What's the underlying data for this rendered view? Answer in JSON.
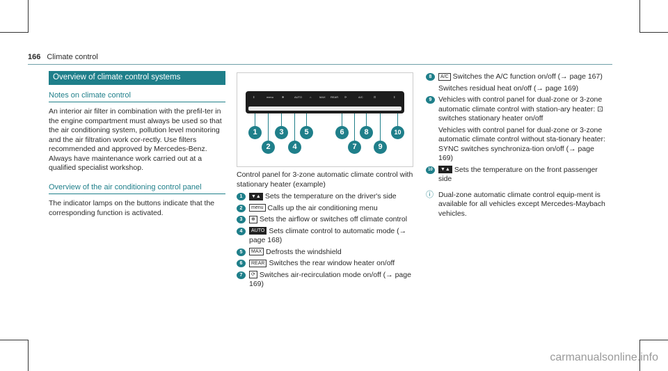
{
  "header": {
    "page_number": "166",
    "section": "Climate control"
  },
  "col1": {
    "banner": "Overview of climate control systems",
    "notes_heading": "Notes on climate control",
    "notes_text": "An interior air filter in combination with the prefil-ter in the engine compartment must always be used so that the air conditioning system, pollution level monitoring and the air filtration work cor-rectly. Use filters recommended and approved by Mercedes-Benz. Always have maintenance work carried out at a qualified specialist workshop.",
    "overview_heading": "Overview of the air conditioning control panel",
    "overview_text": "The indicator lamps on the buttons indicate that the corresponding function is activated."
  },
  "figure": {
    "button_labels": [
      "⇕",
      "menu",
      "✻",
      "AUTO",
      "⌂",
      "MAX",
      "REAR",
      "⟳",
      "A/C",
      "⊡",
      "⇕"
    ],
    "callouts": [
      "1",
      "2",
      "3",
      "4",
      "5",
      "6",
      "7",
      "8",
      "9",
      "10"
    ]
  },
  "col2": {
    "caption": "Control panel for 3-zone automatic climate control with stationary heater (example)",
    "items": [
      {
        "num": "1",
        "icon": "▼▲",
        "text": "Sets the temperature on the driver's side"
      },
      {
        "num": "2",
        "icon": "menu",
        "text": "Calls up the air conditioning menu"
      },
      {
        "num": "3",
        "icon": "✻",
        "text": "Sets the airflow or switches off climate control"
      },
      {
        "num": "4",
        "icon": "AUTO",
        "text": "Sets climate control to automatic mode (→ page 168)"
      },
      {
        "num": "5",
        "icon": "MAX",
        "text": "Defrosts the windshield"
      },
      {
        "num": "6",
        "icon": "REAR",
        "text": "Switches the rear window heater on/off"
      },
      {
        "num": "7",
        "icon": "⟳",
        "text": "Switches air-recirculation mode on/off (→ page 169)"
      }
    ]
  },
  "col3": {
    "items": [
      {
        "num": "8",
        "icon": "A/C",
        "lines": [
          "Switches the A/C function on/off (→ page 167)",
          "Switches residual heat on/off (→ page 169)"
        ]
      },
      {
        "num": "9",
        "icon": "⊡",
        "lines": [
          "Vehicles with control panel for dual-zone or 3-zone automatic climate control with station-ary heater: ⊡ switches stationary heater on/off",
          "Vehicles with control panel for dual-zone or 3-zone automatic climate control without sta-tionary heater: SYNC switches synchroniza-tion on/off (→ page 169)"
        ]
      },
      {
        "num": "10",
        "icon": "▼▲",
        "lines": [
          "Sets the temperature on the front passenger side"
        ]
      }
    ],
    "info_icon": "ⓘ",
    "info_text": "Dual-zone automatic climate control equip-ment is available for all vehicles except Mercedes-Maybach vehicles."
  },
  "watermark": "carmanualsonline.info",
  "colors": {
    "accent": "#1f7f8a"
  }
}
